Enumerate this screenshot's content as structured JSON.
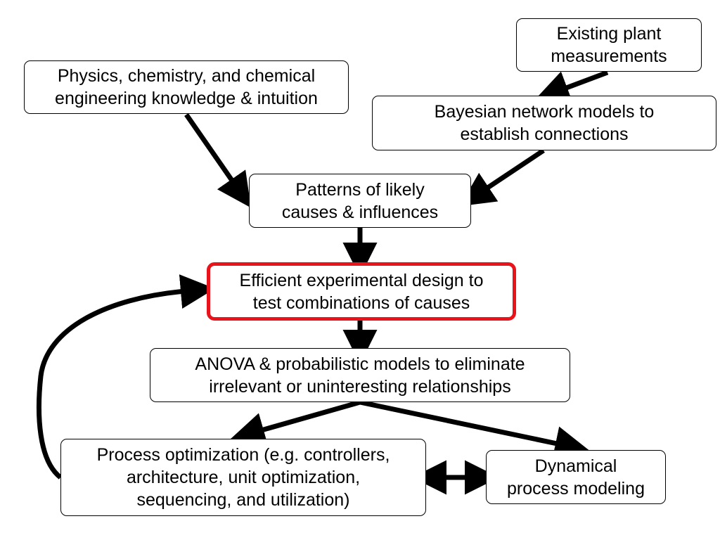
{
  "highlight_color": "#e8131b",
  "nodes": {
    "existing_plant": {
      "lines": [
        "Existing plant",
        "measurements"
      ]
    },
    "physics": {
      "lines": [
        "Physics, chemistry, and chemical",
        "engineering knowledge & intuition"
      ]
    },
    "bayesian": {
      "lines": [
        "Bayesian network models to",
        "establish connections"
      ]
    },
    "patterns": {
      "lines": [
        "Patterns of likely",
        "causes & influences"
      ]
    },
    "experimental": {
      "lines": [
        "Efficient experimental design to",
        "test combinations of causes"
      ]
    },
    "anova": {
      "lines": [
        "ANOVA & probabilistic models to eliminate",
        "irrelevant or uninteresting relationships"
      ]
    },
    "process_opt": {
      "lines": [
        "Process optimization (e.g. controllers,",
        "architecture, unit optimization,",
        "sequencing, and utilization)"
      ]
    },
    "dynamical": {
      "lines": [
        "Dynamical",
        "process modeling"
      ]
    }
  }
}
